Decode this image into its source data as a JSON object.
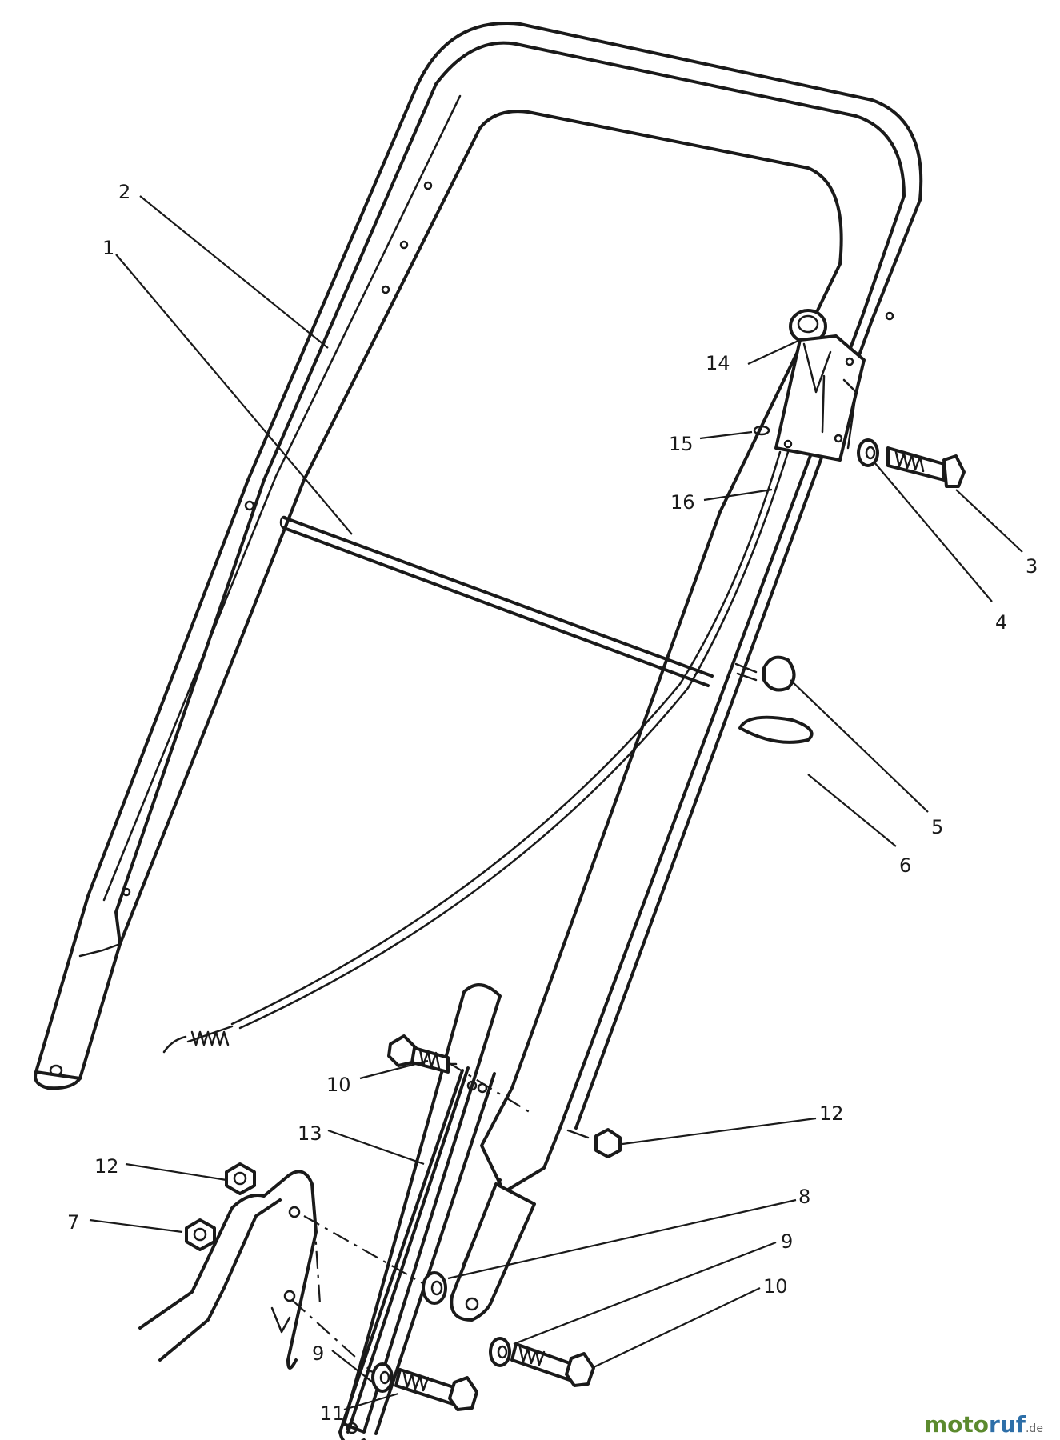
{
  "diagram": {
    "callouts": {
      "c1": "1",
      "c2": "2",
      "c3": "3",
      "c4": "4",
      "c5": "5",
      "c6": "6",
      "c7": "7",
      "c8": "8",
      "c9a": "9",
      "c9b": "9",
      "c10a": "10",
      "c10b": "10",
      "c11": "11",
      "c12a": "12",
      "c12b": "12",
      "c13": "13",
      "c14": "14",
      "c15": "15",
      "c16": "16"
    }
  },
  "watermark": {
    "part1": "moto",
    "part2": "ruf",
    "suffix": ".de",
    "colors": {
      "green": "#5c8a2e",
      "blue": "#2e6fa8"
    }
  }
}
